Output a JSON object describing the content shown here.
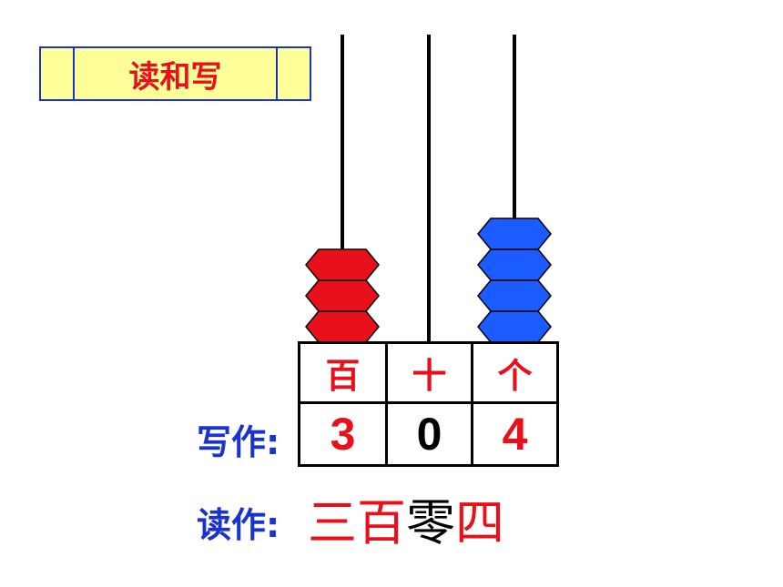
{
  "title": "读和写",
  "abacus": {
    "rods": [
      {
        "place": "百",
        "beads": 3,
        "bead_color": "#e8101a",
        "digit": "3",
        "digit_color": "#e8101a"
      },
      {
        "place": "十",
        "beads": 0,
        "bead_color": "#e8101a",
        "digit": "0",
        "digit_color": "#000000"
      },
      {
        "place": "个",
        "beads": 4,
        "bead_color": "#1a5cff",
        "digit": "4",
        "digit_color": "#e8101a"
      }
    ]
  },
  "write_label": "写作:",
  "read_label": "读作:",
  "reading": {
    "part1": "三百",
    "part2": "零",
    "part3": "四"
  },
  "colors": {
    "accent_red": "#e8101a",
    "accent_blue": "#1a33cc",
    "title_bg": "#ffff99"
  }
}
